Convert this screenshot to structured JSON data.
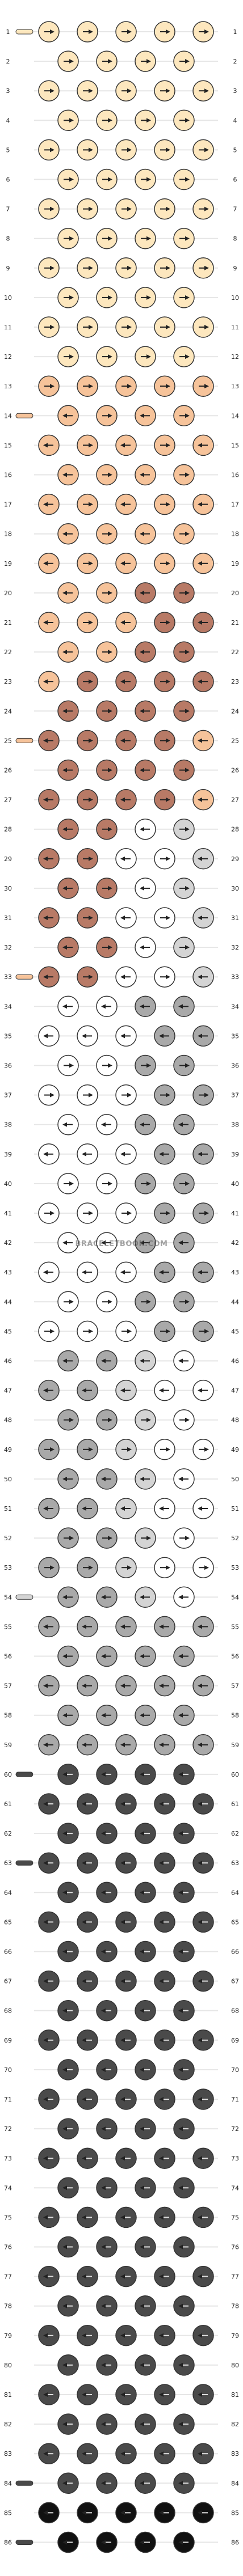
{
  "watermark": "BRACELETBOOK.COM",
  "rows": [
    "1",
    "2",
    "3",
    "4",
    "5",
    "6",
    "7",
    "8",
    "9",
    "10",
    "11",
    "12",
    "13",
    "14",
    "15",
    "16",
    "17",
    "18",
    "19",
    "20",
    "21",
    "22",
    "23",
    "24",
    "25",
    "26",
    "27",
    "28",
    "29",
    "30",
    "31",
    "32",
    "33",
    "34",
    "35",
    "36",
    "37",
    "38",
    "39",
    "40",
    "41",
    "42",
    "43",
    "44",
    "45",
    "46",
    "47",
    "48",
    "49",
    "50",
    "51",
    "52",
    "53",
    "54",
    "55",
    "56",
    "57",
    "58",
    "59",
    "60",
    "61",
    "62",
    "63",
    "64",
    "65",
    "66",
    "67",
    "68",
    "69",
    "70",
    "71",
    "72",
    "73",
    "74",
    "75",
    "76",
    "77",
    "78",
    "79",
    "80",
    "81",
    "82",
    "83",
    "84",
    "85",
    "86"
  ],
  "palette": {
    "cream": "#fde7be",
    "peach": "#f6c39a",
    "rust": "#b87a66",
    "white": "#ffffff",
    "light_gray": "#d4d4d4",
    "mid_gray": "#a9a9a9",
    "dark_gray": "#4a4a4a",
    "black": "#111111"
  },
  "icons": {
    "forward_knot": "right-arrow-icon",
    "backward_knot": "left-arrow-icon"
  }
}
